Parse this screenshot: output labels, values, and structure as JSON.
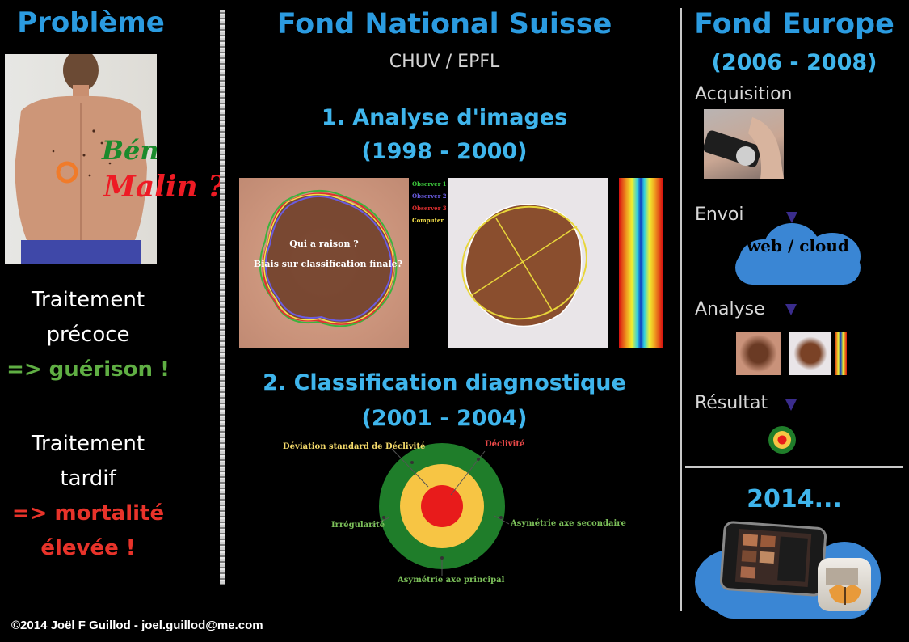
{
  "left": {
    "title": "Problème",
    "benin": "Bénin ?",
    "malin": "Malin ?",
    "early_l1": "Traitement",
    "early_l2": "précoce",
    "early_result": "=> guérison !",
    "late_l1": "Traitement",
    "late_l2": "tardif",
    "late_result_l1": "=> mortalité",
    "late_result_l2": "élevée !"
  },
  "middle": {
    "title": "Fond National Suisse",
    "subtitle": "CHUV / EPFL",
    "section1_title": "1. Analyse d'images",
    "section1_years": "(1998 - 2000)",
    "legend": [
      "Observer 1",
      "Observer 2",
      "Observer 3",
      "Computer"
    ],
    "lesion_q1": "Qui a raison ?",
    "lesion_q2": "Biais sur classification finale?",
    "section2_title": "2. Classification diagnostique",
    "section2_years": "(2001 - 2004)",
    "target_labels": {
      "top_left": "Déviation standard de Déclivité",
      "top_right": "Déclivité",
      "left": "Irrégularité",
      "right": "Asymétrie axe secondaire",
      "bottom": "Asymétrie axe principal"
    }
  },
  "right": {
    "title": "Fond Europe",
    "years": "(2006 - 2008)",
    "step1": "Acquisition",
    "step2": "Envoi",
    "cloud_label": "web / cloud",
    "step3": "Analyse",
    "step4": "Résultat",
    "future": "2014..."
  },
  "footer": "©2014 Joël F Guillod - joel.guillod@me.com",
  "colors": {
    "title_blue": "#2b9be0",
    "green": "#5fae43",
    "red": "#e8332a",
    "target_outer": "#1f7d2a",
    "target_mid": "#f7c544",
    "target_inner": "#e81b1b"
  }
}
